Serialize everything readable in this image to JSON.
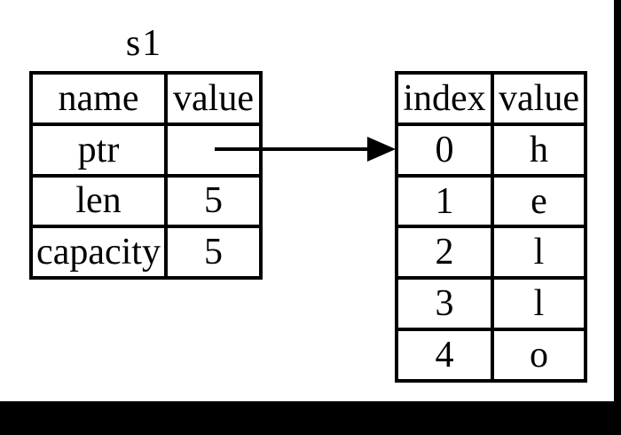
{
  "stack_table": {
    "title": "s1",
    "headers": [
      "name",
      "value"
    ],
    "rows": [
      {
        "name": "ptr",
        "value": ""
      },
      {
        "name": "len",
        "value": "5"
      },
      {
        "name": "capacity",
        "value": "5"
      }
    ]
  },
  "heap_table": {
    "headers": [
      "index",
      "value"
    ],
    "rows": [
      {
        "index": "0",
        "value": "h"
      },
      {
        "index": "1",
        "value": "e"
      },
      {
        "index": "2",
        "value": "l"
      },
      {
        "index": "3",
        "value": "l"
      },
      {
        "index": "4",
        "value": "o"
      }
    ]
  },
  "colors": {
    "background": "#000000",
    "canvas": "#ffffff",
    "line": "#000000",
    "text": "#000000"
  }
}
